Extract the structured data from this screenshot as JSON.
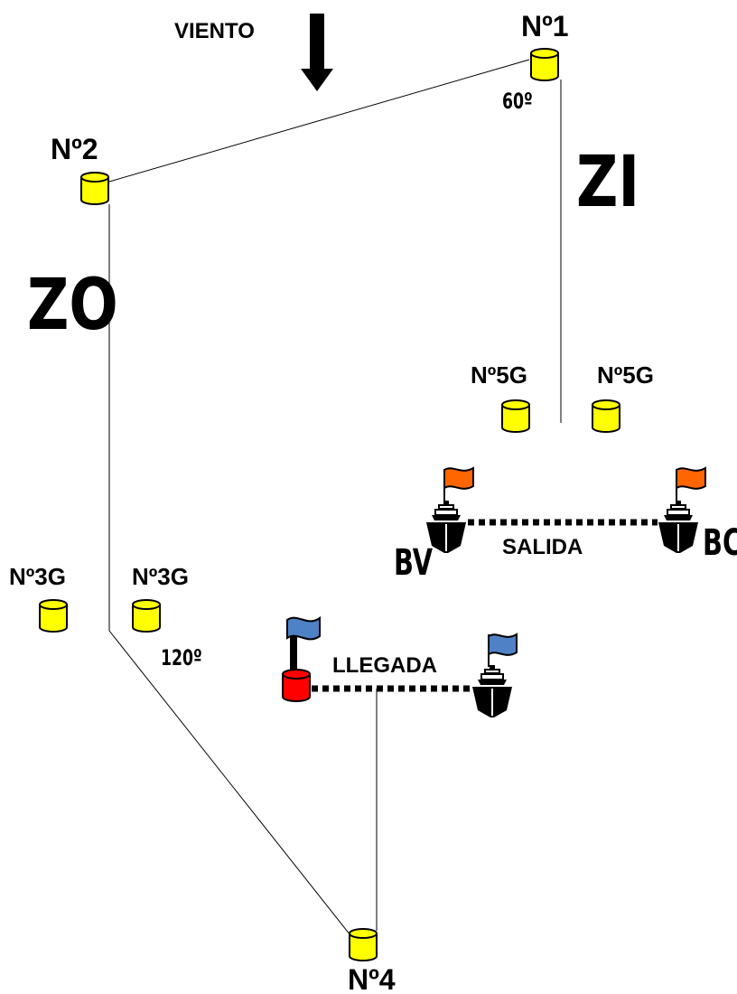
{
  "wind_label": "VIENTO",
  "colors": {
    "buoy_yellow": "#ffff00",
    "buoy_red": "#ff0000",
    "flag_orange": "#ff6600",
    "flag_blue": "#4f81c7",
    "ink": "#000000"
  },
  "buoys": {
    "n1": "Nº1",
    "n2": "Nº2",
    "n3g_left": "Nº3G",
    "n3g_right": "Nº3G",
    "n4": "Nº4",
    "n5g_left": "Nº5G",
    "n5g_right": "Nº5G"
  },
  "angles": {
    "n1": "60º",
    "n3": "120º"
  },
  "zones": {
    "zi": "ZI",
    "zo": "ZO"
  },
  "start": {
    "label": "SALIDA",
    "left_end": "BV",
    "right_end": "BC"
  },
  "finish": {
    "label": "LLEGADA"
  }
}
